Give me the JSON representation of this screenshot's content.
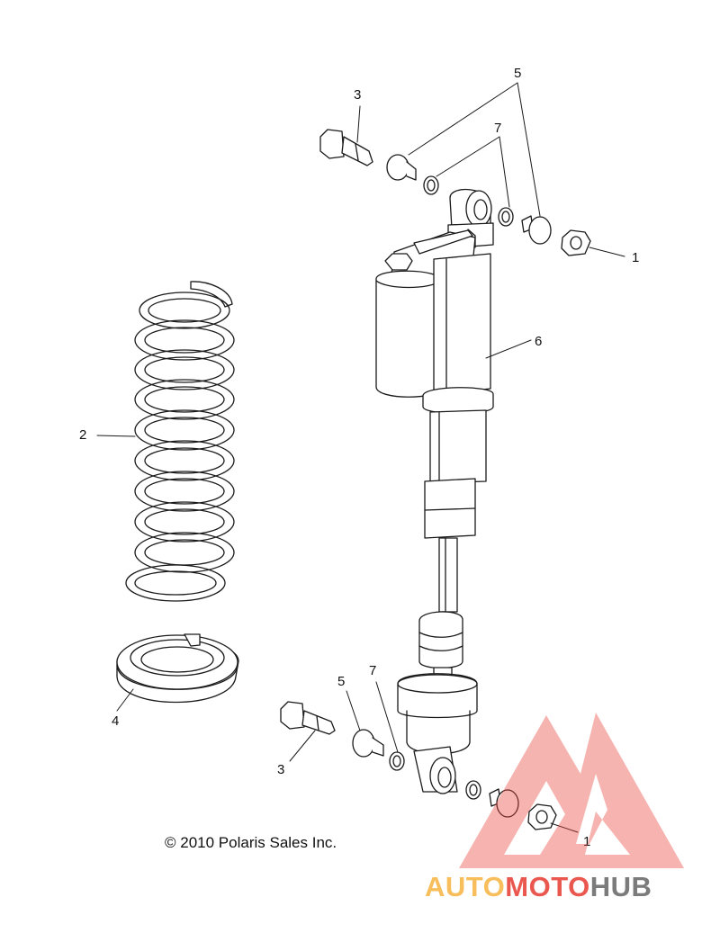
{
  "diagram": {
    "copyright": "© 2010 Polaris Sales Inc.",
    "callouts": {
      "c1_top": "1",
      "c1_bottom": "1",
      "c2": "2",
      "c3_top": "3",
      "c3_bottom": "3",
      "c4": "4",
      "c5_top": "5",
      "c5_bottom": "5",
      "c6": "6",
      "c7_top": "7",
      "c7_bottom": "7"
    }
  },
  "watermark": {
    "part1": "AUTO",
    "part2": "MOTO",
    "part3": "HUB",
    "colors": {
      "orange": "#f7b84a",
      "red": "#e8453c",
      "gray": "#6d6d6d"
    }
  }
}
